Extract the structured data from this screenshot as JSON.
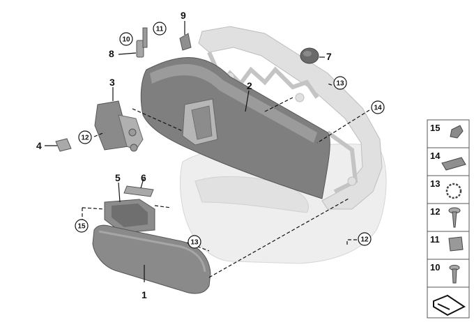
{
  "parts": {
    "p1": "1",
    "p2": "2",
    "p3": "3",
    "p4": "4",
    "p5": "5",
    "p6": "6",
    "p7": "7",
    "p8": "8",
    "p9": "9"
  },
  "callouts": {
    "c10": "10",
    "c11": "11",
    "c12a": "12",
    "c12b": "12",
    "c13a": "13",
    "c13b": "13",
    "c14": "14",
    "c15": "15"
  },
  "legend": [
    "15",
    "14",
    "13",
    "12",
    "11",
    "10"
  ],
  "colors": {
    "panel_dark": "#7d7d7d",
    "panel_mid": "#9a9a9a",
    "frame_light": "#e2e2e2",
    "door_ghost": "#e9e9e9",
    "line": "#111111"
  }
}
